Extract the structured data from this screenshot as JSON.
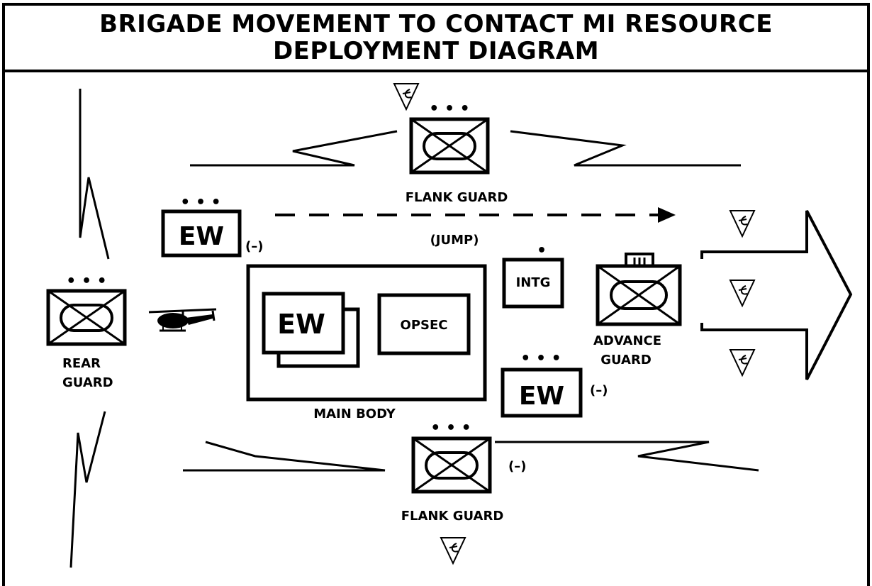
{
  "title": "BRIGADE MOVEMENT TO CONTACT MI RESOURCE DEPLOYMENT DIAGRAM",
  "labels": {
    "flank_guard_top": "FLANK GUARD",
    "flank_guard_bottom": "FLANK GUARD",
    "jump": "(JUMP)",
    "rear_guard_1": "REAR",
    "rear_guard_2": "GUARD",
    "main_body": "MAIN BODY",
    "advance_guard_1": "ADVANCE",
    "advance_guard_2": "GUARD"
  },
  "units": {
    "ew_top": "EW",
    "ew_top_mod": "(–)",
    "ew_main": "EW",
    "opsec": "OPSEC",
    "intg": "INTG",
    "ew_right": "EW",
    "ew_right_mod": "(–)",
    "flank_bottom_mod": "(–)",
    "echelon_battalion": "• • •",
    "echelon_team": "•"
  },
  "colors": {
    "ink": "#000000",
    "paper": "#ffffff"
  },
  "icons": [
    "infantry-mech-symbol",
    "ew-signal-triangle-icon",
    "helicopter-icon",
    "advance-arrow"
  ]
}
